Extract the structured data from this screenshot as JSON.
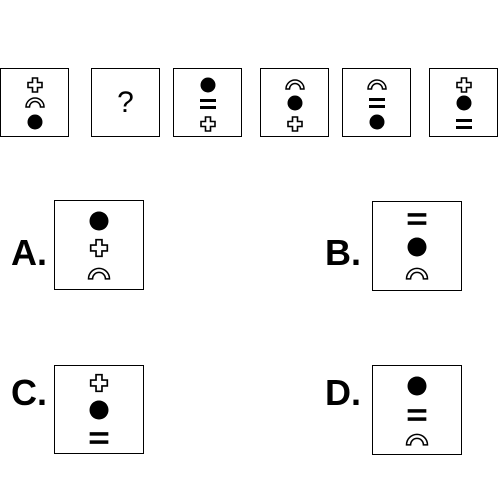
{
  "question_mark": "?",
  "options": [
    {
      "letter": "A."
    },
    {
      "letter": "B."
    },
    {
      "letter": "C."
    },
    {
      "letter": "D."
    }
  ],
  "sequence": [
    {
      "symbols": [
        "cross",
        "arch",
        "dot"
      ]
    },
    {
      "symbols": [
        "unknown"
      ]
    },
    {
      "symbols": [
        "dot",
        "equals",
        "cross"
      ]
    },
    {
      "symbols": [
        "arch",
        "dot",
        "cross"
      ]
    },
    {
      "symbols": [
        "arch",
        "equals",
        "dot"
      ]
    },
    {
      "symbols": [
        "cross",
        "dot",
        "equals"
      ]
    }
  ],
  "answer_options": [
    {
      "symbols": [
        "dot",
        "cross",
        "arch"
      ]
    },
    {
      "symbols": [
        "equals",
        "dot",
        "arch"
      ]
    },
    {
      "symbols": [
        "cross",
        "dot",
        "equals"
      ]
    },
    {
      "symbols": [
        "dot",
        "equals",
        "arch"
      ]
    }
  ]
}
